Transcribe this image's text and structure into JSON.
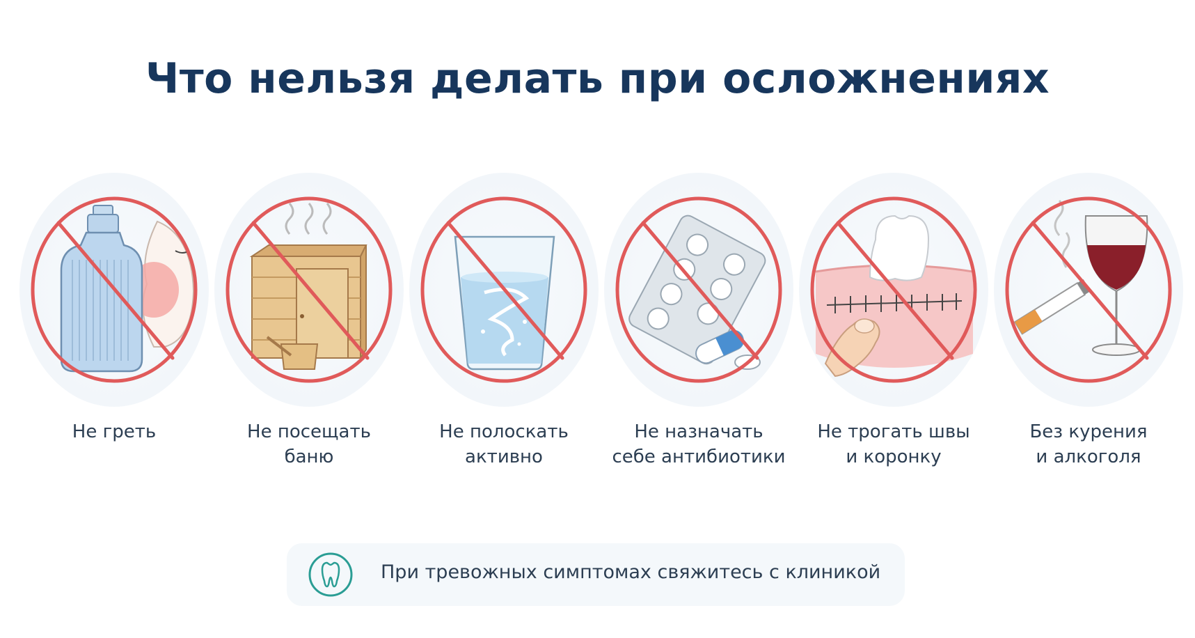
{
  "title": "Что нельзя делать при осложнениях",
  "items": [
    {
      "icon": "hot-water-bottle-icon",
      "lines": [
        "Не греть"
      ]
    },
    {
      "icon": "sauna-icon",
      "lines": [
        "Не посещать",
        "баню"
      ]
    },
    {
      "icon": "water-glass-icon",
      "lines": [
        "Не полоскать",
        "активно"
      ]
    },
    {
      "icon": "pills-icon",
      "lines": [
        "Не назначать",
        "себе антибиотики"
      ]
    },
    {
      "icon": "tooth-stitches-icon",
      "lines": [
        "Не трогать швы",
        "и коронку"
      ]
    },
    {
      "icon": "cigarette-wine-icon",
      "lines": [
        "Без курения",
        "и алкоголя"
      ]
    }
  ],
  "notice": {
    "text": "При тревожных симптомах свяжитесь с клиникой",
    "icon": "tooth-icon"
  },
  "colors": {
    "title": "#17365c",
    "prohibition": "#e05a5a",
    "text": "#2c3e52",
    "teal": "#2a9d94"
  }
}
